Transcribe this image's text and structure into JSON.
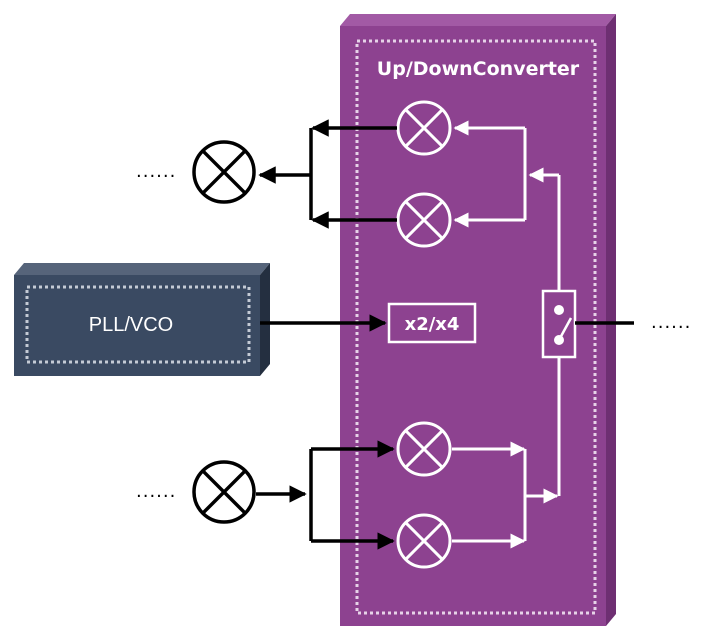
{
  "converter": {
    "title": "Up/DownConverter",
    "fill": "#8d4290",
    "side": "#6e2f72"
  },
  "pll": {
    "label": "PLL/VCO",
    "fill": "#3a4a62",
    "top": "#56647a",
    "side": "#242f40"
  },
  "multiplier": {
    "label": "x2/x4"
  },
  "continuation": {
    "top": "......",
    "bottom": "......",
    "right": "......"
  }
}
